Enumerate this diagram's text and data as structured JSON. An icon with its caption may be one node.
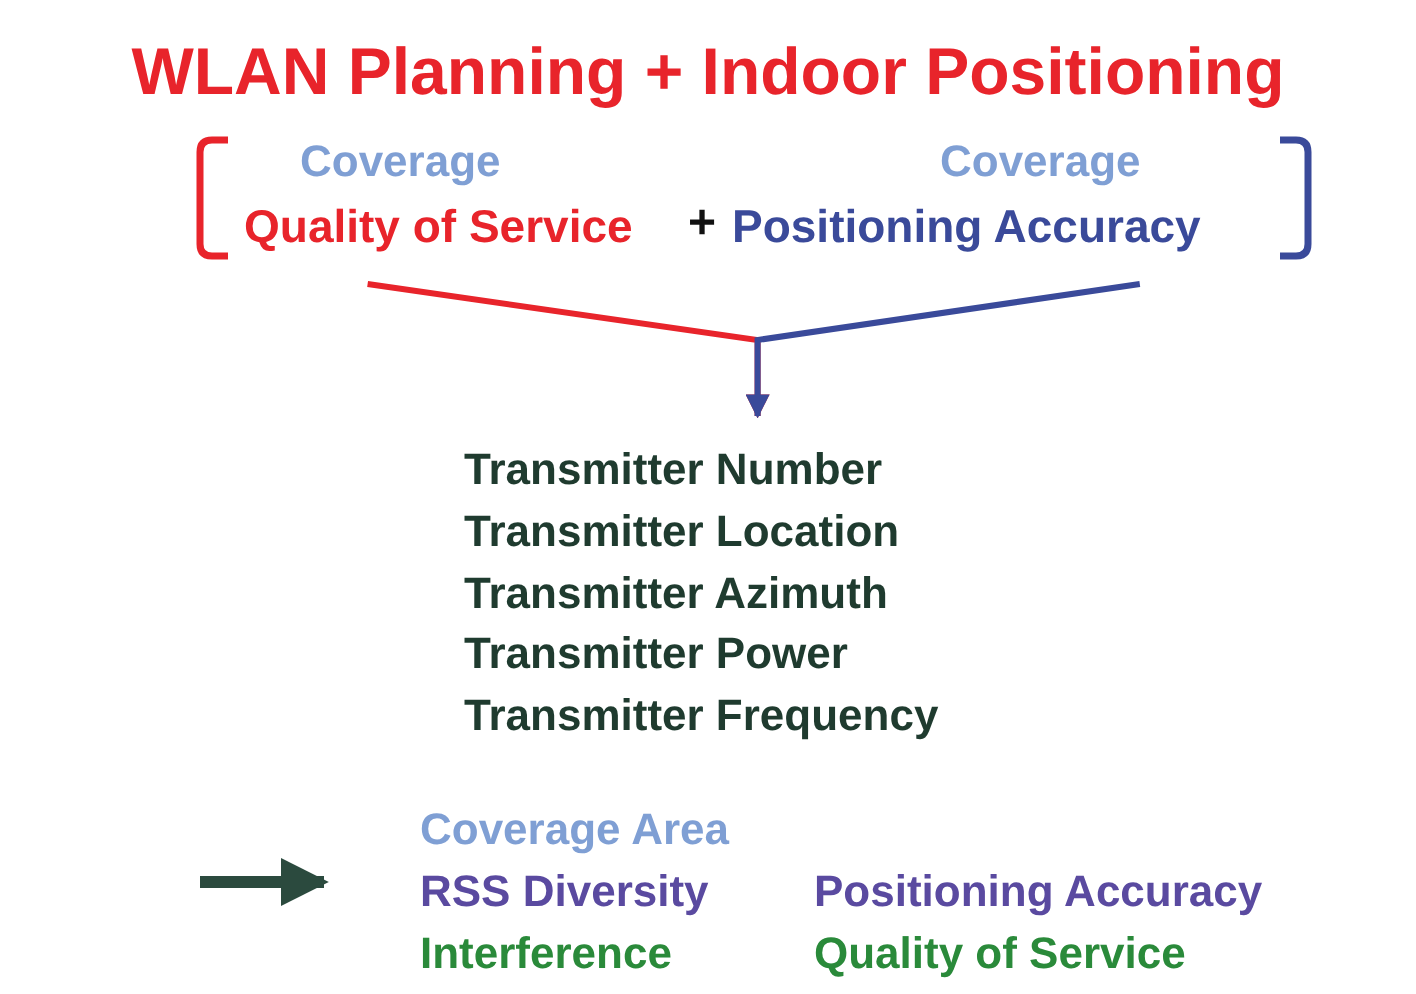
{
  "diagram": {
    "title": "WLAN Planning + Indoor Positioning",
    "nodes": [
      {
        "text": [
          "Coverage",
          "Quality of Service"
        ]
      },
      {
        "text": [
          "Coverage",
          "Positioning Accuracy"
        ]
      },
      {
        "text": [
          "Transmitter Number",
          "Transmitter Location",
          "Transmitter Azimuth",
          "Transmitter Power",
          "Transmitter Frequency"
        ]
      },
      {
        "text": [
          "Coverage Area",
          "RSS Diversity",
          "Positioning Accuracy",
          "Interference",
          "Quality of Service"
        ]
      }
    ],
    "edges": [
      {
        "from": 0,
        "to": 2,
        "arrow": "to",
        "color": "#e8242b"
      },
      {
        "from": 1,
        "to": 2,
        "arrow": "to",
        "color": "#3a4a9a"
      },
      {
        "from": null,
        "to": 3,
        "arrow": "to",
        "style": "thick",
        "color": "#2b4a3e"
      }
    ],
    "labels": [
      "+"
    ]
  }
}
